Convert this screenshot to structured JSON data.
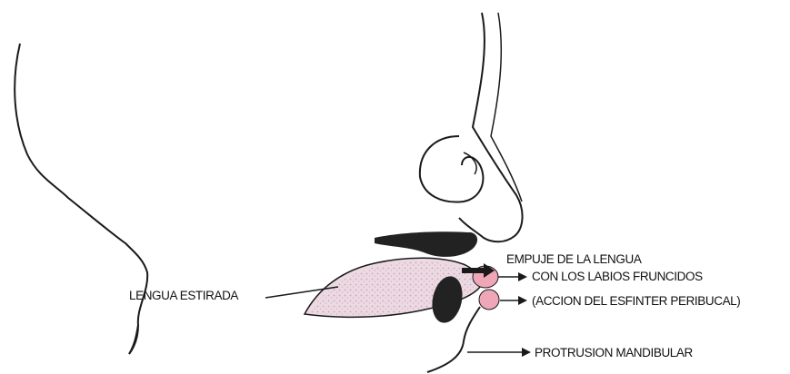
{
  "colors": {
    "outline": "#1a1a1a",
    "tongue_fill": "#ecd9e2",
    "tongue_stipple": "#c9a7b8",
    "lip_fill": "#efa7b7",
    "palate_fill": "#222222"
  },
  "labels": {
    "tongue": "LENGUA ESTIRADA",
    "tongue_thrust": "EMPUJE DE LA LENGUA",
    "pursed_lips": "CON LOS LABIOS FRUNCIDOS",
    "sphincter": "(ACCION DEL ESFINTER PERIBUCAL)",
    "mandible": "PROTRUSION MANDIBULAR"
  }
}
